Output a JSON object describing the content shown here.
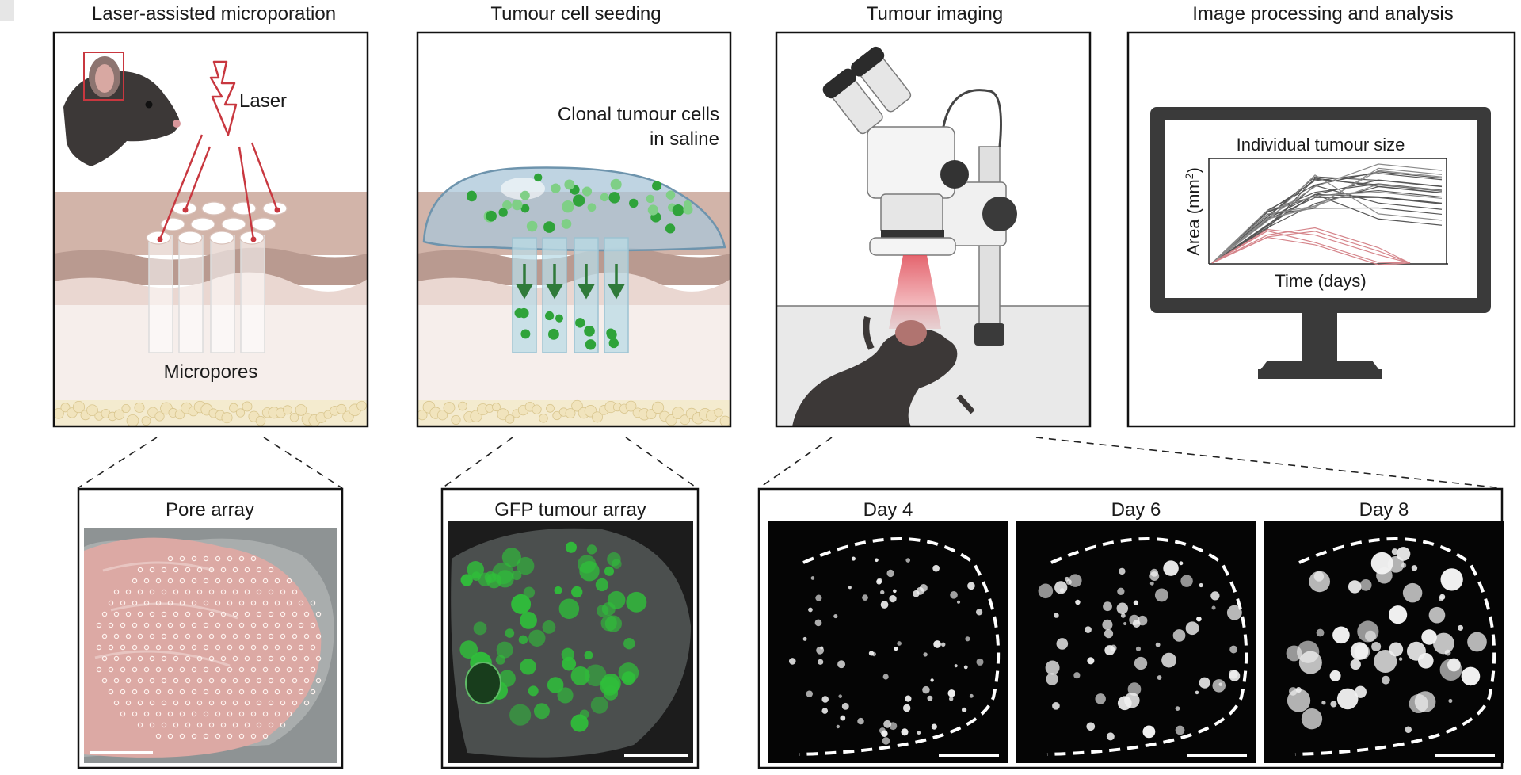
{
  "top_panels": [
    {
      "title": "Laser-assisted microporation",
      "labels": {
        "laser": "Laser",
        "micropores": "Micropores"
      }
    },
    {
      "title": "Tumour cell seeding",
      "labels": {
        "cells_line1": "Clonal tumour cells",
        "cells_line2": "in saline"
      }
    },
    {
      "title": "Tumour imaging"
    },
    {
      "title": "Image processing and analysis"
    }
  ],
  "monitor_chart": {
    "title": "Individual tumour size",
    "xlabel": "Time (days)",
    "ylabel": "Area (mm",
    "ylabel_sup": "2",
    "ylabel_end": ")"
  },
  "bottom_panels": [
    {
      "title": "Pore array"
    },
    {
      "title": "GFP tumour array"
    }
  ],
  "imaging_days": [
    "Day 4",
    "Day 6",
    "Day 8"
  ],
  "colors": {
    "laser_red": "#c8373f",
    "gfp_green": "#2fbf3a",
    "skin_brown": "#c9aaa0",
    "tissue_pink": "#e7d3cd",
    "mouse_grey": "#3c3837",
    "dish_blue": "#a9c6d8"
  }
}
